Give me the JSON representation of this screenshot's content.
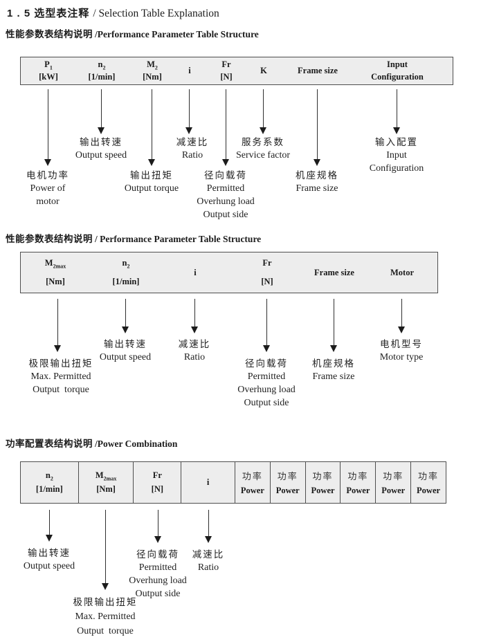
{
  "title": {
    "zh": "1 . 5 选型表注释",
    "en": "/ Selection Table Explanation"
  },
  "section1": {
    "heading_zh": "性能参数表结构说明",
    "heading_en": "/Performance Parameter Table Structure",
    "columns": [
      {
        "main": "P",
        "sub": "1",
        "unit": "[kW]"
      },
      {
        "main": "n",
        "sub": "2",
        "unit": "[1/min]"
      },
      {
        "main": "M",
        "sub": "2",
        "unit": "[Nm]"
      },
      {
        "main": "i"
      },
      {
        "main": "Fr",
        "unit": "[N]"
      },
      {
        "main": "K"
      },
      {
        "main": "Frame size"
      },
      {
        "main": "Input",
        "unit": "Configuration"
      }
    ],
    "labels": {
      "power_of_motor": [
        "电机功率",
        "Power of",
        "motor"
      ],
      "output_speed": [
        "输出转速",
        "Output speed"
      ],
      "output_torque": [
        "输出扭矩",
        "Output torque"
      ],
      "ratio": [
        "减速比",
        "Ratio"
      ],
      "overhung_load": [
        "径向载荷",
        "Permitted",
        "Overhung load",
        "Output side"
      ],
      "service_factor": [
        "服务系数",
        "Service factor"
      ],
      "frame_size": [
        "机座规格",
        "Frame size"
      ],
      "input_configuration": [
        "输入配置",
        "Input",
        "Configuration"
      ]
    }
  },
  "section2": {
    "heading_zh": "性能参数表结构说明",
    "heading_en": "/ Performance Parameter Table Structure",
    "columns": [
      {
        "main": "M",
        "sub": "2max",
        "unit": "[Nm]"
      },
      {
        "main": "n",
        "sub": "2",
        "unit": "[1/min]"
      },
      {
        "main": "i"
      },
      {
        "main": "Fr",
        "unit": "[N]"
      },
      {
        "main": "Frame size"
      },
      {
        "main": "Motor"
      }
    ],
    "labels": {
      "max_output_torque": [
        "极限输出扭矩",
        "Max. Permitted",
        "Output  torque"
      ],
      "output_speed": [
        "输出转速",
        "Output speed"
      ],
      "ratio": [
        "减速比",
        "Ratio"
      ],
      "overhung_load": [
        "径向载荷",
        "Permitted",
        "Overhung load",
        "Output side"
      ],
      "frame_size": [
        "机座规格",
        "Frame size"
      ],
      "motor_type": [
        "电机型号",
        "Motor type"
      ]
    }
  },
  "section3": {
    "heading_zh": "功率配置表结构说明",
    "heading_en": "/Power Combination",
    "columns": [
      {
        "main": "n",
        "sub": "2",
        "unit": "[1/min]"
      },
      {
        "main": "M",
        "sub": "2max",
        "unit": "[Nm]"
      },
      {
        "main": "Fr",
        "unit": "[N]"
      },
      {
        "main": "i"
      }
    ],
    "power_column": {
      "zh": "功率",
      "en": "Power"
    },
    "power_column_count": 6,
    "labels": {
      "output_speed": [
        "输出转速",
        "Output speed"
      ],
      "max_output_torque": [
        "极限输出扭矩",
        "Max. Permitted",
        "Output  torque"
      ],
      "overhung_load": [
        "径向载荷",
        "Permitted",
        "Overhung load",
        "Output side"
      ],
      "ratio": [
        "减速比",
        "Ratio"
      ]
    }
  }
}
